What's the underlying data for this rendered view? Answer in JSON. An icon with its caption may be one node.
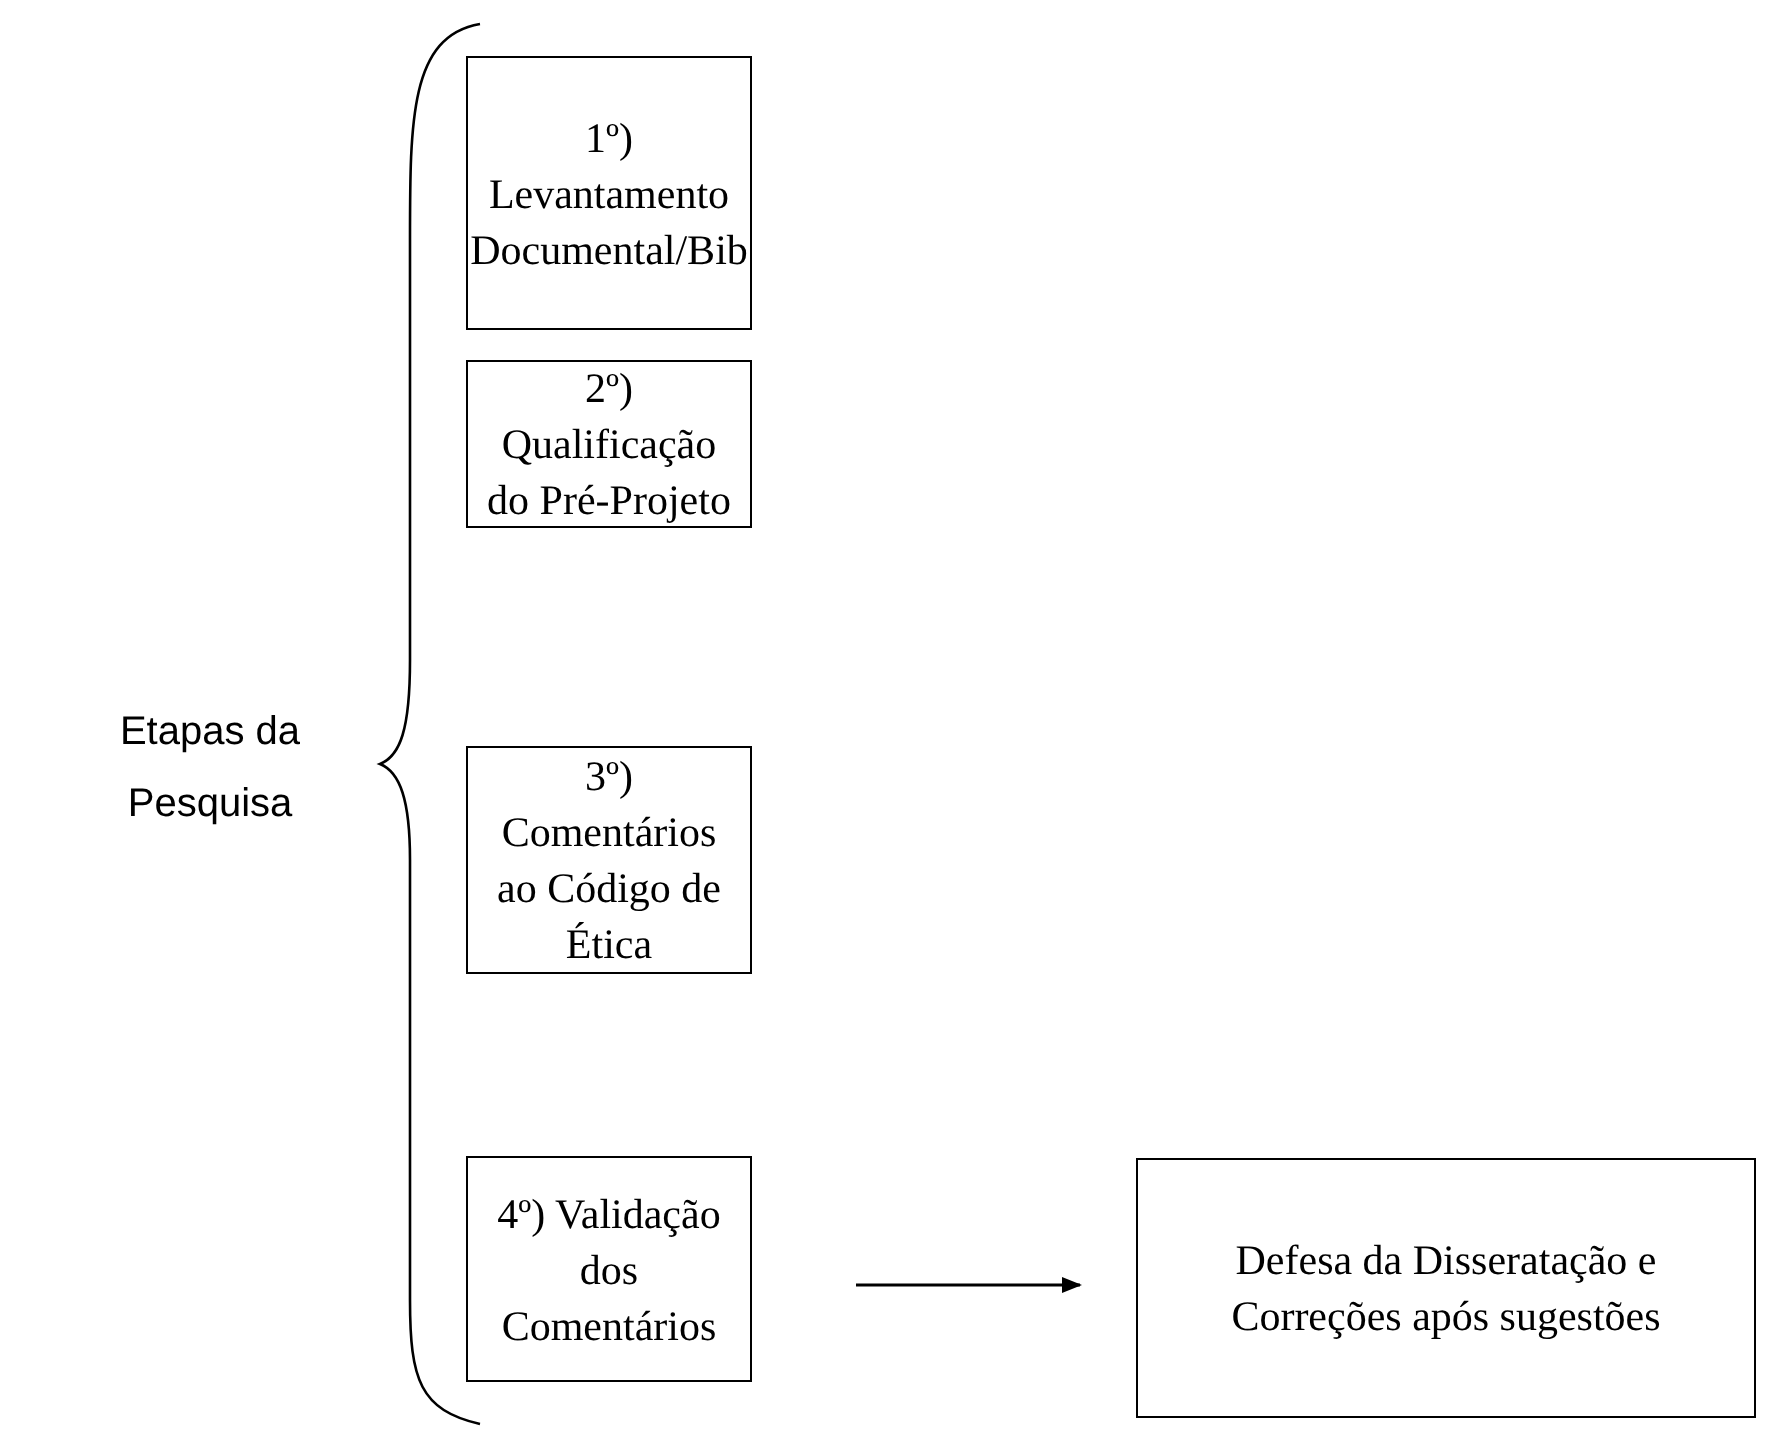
{
  "diagram": {
    "nodes": [
      {
        "text": [
          "1º) Levantamento Documental/Bib"
        ]
      },
      {
        "text": [
          "2º) Qualificação do Pré-Projeto"
        ]
      },
      {
        "text": [
          "3º) Comentários ao Código de Ética"
        ]
      },
      {
        "text": [
          "4º) Validação dos Comentários"
        ]
      },
      {
        "text": [
          "Defesa da Disseratação e Correções após sugestões"
        ]
      }
    ],
    "edges": [
      {
        "from": 3,
        "to": 4,
        "arrow": "to"
      }
    ],
    "labels": [
      "Etapas da Pesquisa"
    ]
  }
}
